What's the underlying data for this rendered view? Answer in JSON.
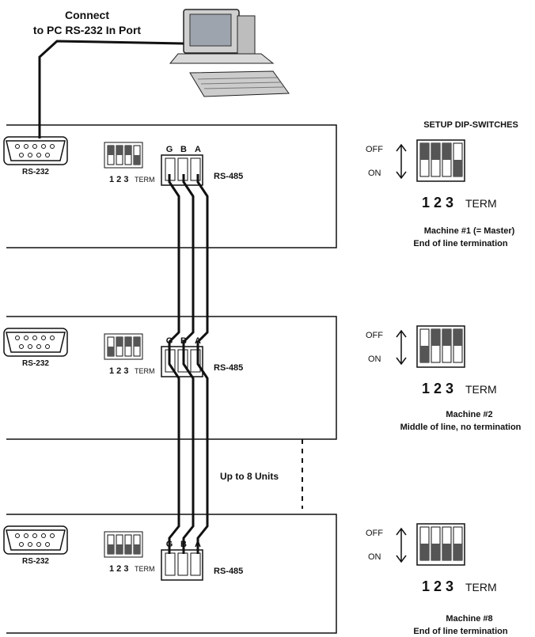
{
  "connect": {
    "line1": "Connect",
    "line2": "to PC RS-232 In Port"
  },
  "setup_title": "SETUP DIP-SWITCHES",
  "upto_label": "Up to 8 Units",
  "dip": {
    "off": "OFF",
    "on": "ON",
    "numbers": "1 2 3",
    "term": "TERM"
  },
  "ports": {
    "rs232": "RS-232",
    "rs485": "RS-485",
    "g": "G",
    "b": "B",
    "a": "A"
  },
  "units": [
    {
      "switches": [
        "off",
        "off",
        "off",
        "on"
      ],
      "caption1": "Machine #1 (= Master)",
      "caption2": "End of line termination"
    },
    {
      "switches": [
        "on",
        "off",
        "off",
        "off"
      ],
      "caption1": "Machine #2",
      "caption2": "Middle of line, no termination"
    },
    {
      "switches": [
        "on",
        "on",
        "on",
        "on"
      ],
      "caption1": "Machine #8",
      "caption2": "End of line termination"
    }
  ],
  "colors": {
    "line": "#111111",
    "switch_fill": "#555555",
    "bg": "#ffffff"
  }
}
